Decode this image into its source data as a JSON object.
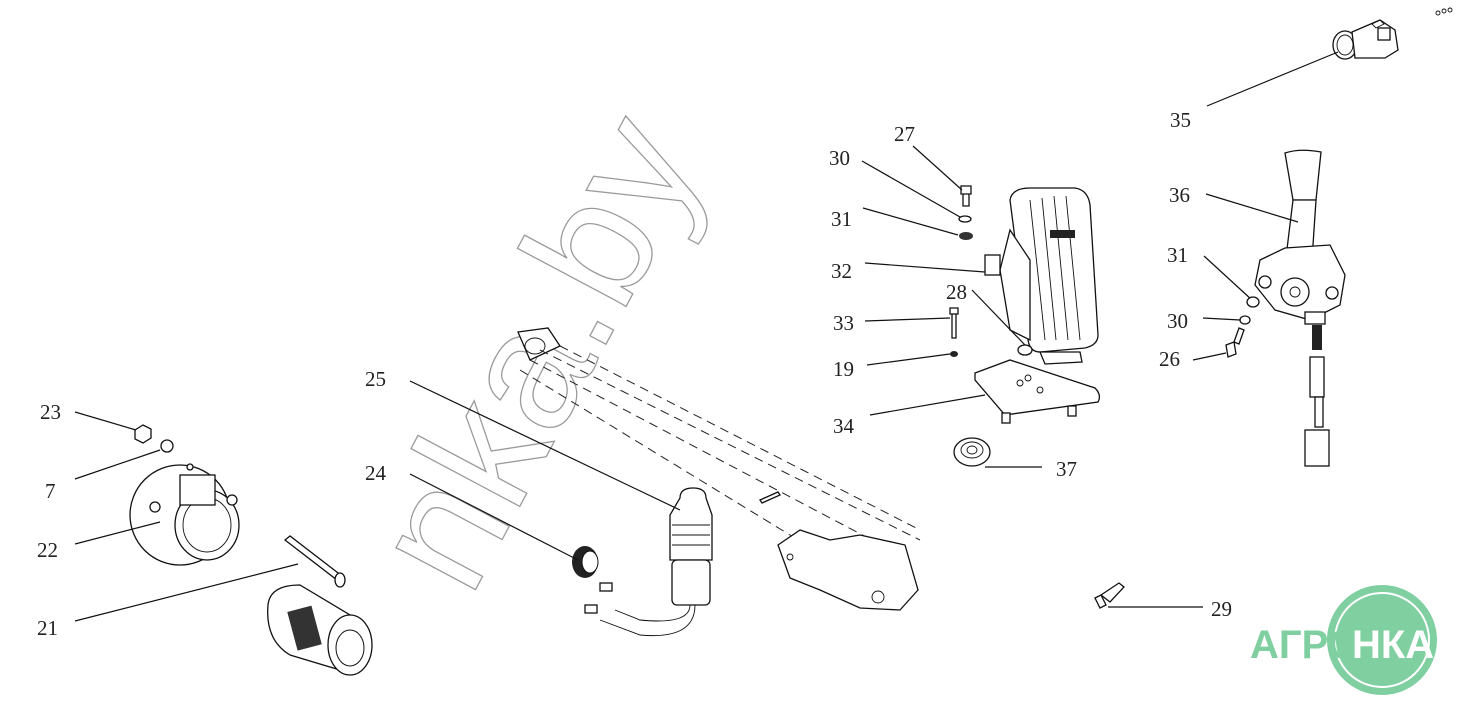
{
  "diagram": {
    "type": "exploded-parts-view",
    "watermark": "nka.by",
    "logo": {
      "left_text": "АГРО",
      "right_text": "НКА",
      "color": "#7fcfa0"
    },
    "callouts": [
      {
        "id": "c35",
        "label": "35"
      },
      {
        "id": "c27",
        "label": "27"
      },
      {
        "id": "c30a",
        "label": "30"
      },
      {
        "id": "c31a",
        "label": "31"
      },
      {
        "id": "c32",
        "label": "32"
      },
      {
        "id": "c28",
        "label": "28"
      },
      {
        "id": "c33",
        "label": "33"
      },
      {
        "id": "c19",
        "label": "19"
      },
      {
        "id": "c34",
        "label": "34"
      },
      {
        "id": "c37",
        "label": "37"
      },
      {
        "id": "c36",
        "label": "36"
      },
      {
        "id": "c31b",
        "label": "31"
      },
      {
        "id": "c30b",
        "label": "30"
      },
      {
        "id": "c26",
        "label": "26"
      },
      {
        "id": "c25",
        "label": "25"
      },
      {
        "id": "c24",
        "label": "24"
      },
      {
        "id": "c23",
        "label": "23"
      },
      {
        "id": "c7",
        "label": "7"
      },
      {
        "id": "c22",
        "label": "22"
      },
      {
        "id": "c21",
        "label": "21"
      },
      {
        "id": "c29",
        "label": "29"
      }
    ]
  }
}
